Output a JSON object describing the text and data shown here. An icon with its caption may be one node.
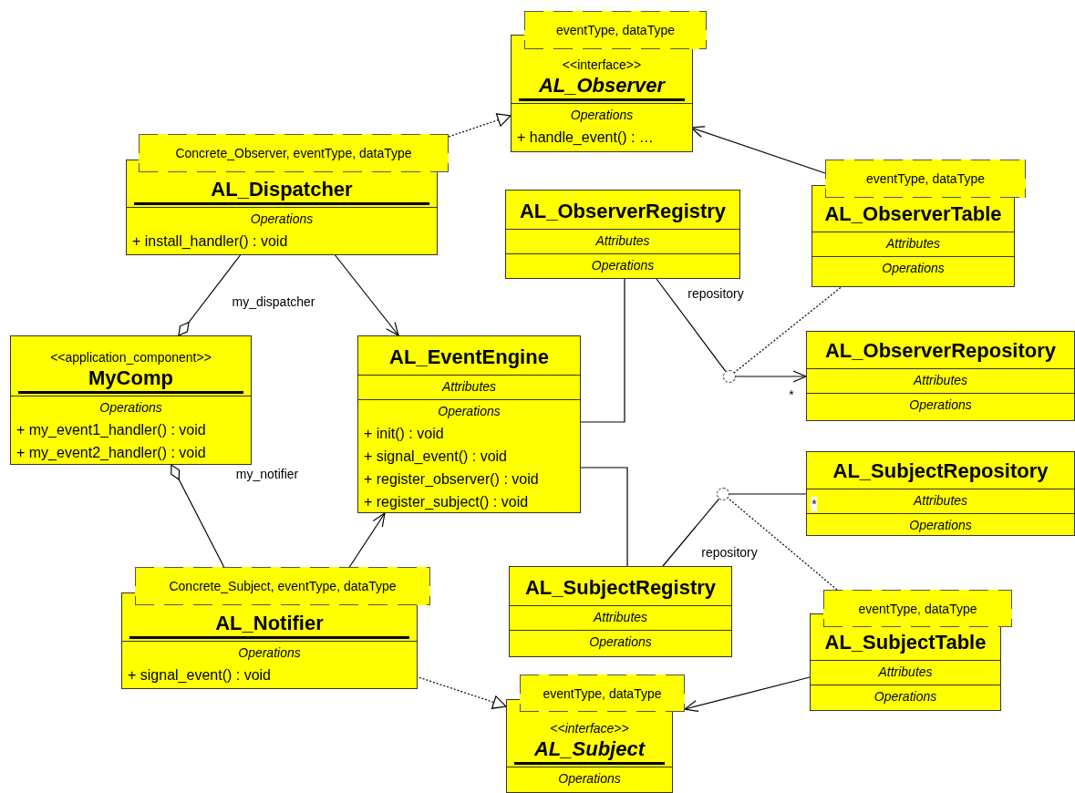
{
  "diagram": {
    "nodes": [
      {
        "text": [
          "eventType, dataType",
          "<<interface>>",
          "AL_Observer",
          "Operations",
          "+ handle_event() : …"
        ]
      },
      {
        "text": [
          "Concrete_Observer, eventType, dataType",
          "AL_Dispatcher",
          "Operations",
          "+ install_handler() : void"
        ]
      },
      {
        "text": [
          "AL_ObserverRegistry",
          "Attributes",
          "Operations"
        ]
      },
      {
        "text": [
          "eventType, dataType",
          "AL_ObserverTable",
          "Attributes",
          "Operations"
        ]
      },
      {
        "text": [
          "<<application_component>>",
          "MyComp",
          "Operations",
          "+ my_event1_handler() : void",
          "+ my_event2_handler() : void"
        ]
      },
      {
        "text": [
          "AL_EventEngine",
          "Attributes",
          "Operations",
          "+ init() : void",
          "+ signal_event() : void",
          "+ register_observer() : void",
          "+ register_subject() : void"
        ]
      },
      {
        "text": [],
        "shape": "circle"
      },
      {
        "text": [
          "AL_ObserverRepository",
          "Attributes",
          "Operations"
        ]
      },
      {
        "text": [
          "AL_SubjectRepository",
          "Attributes",
          "Operations"
        ]
      },
      {
        "text": [],
        "shape": "circle"
      },
      {
        "text": [
          "Concrete_Subject, eventType, dataType",
          "AL_Notifier",
          "Operations",
          "+ signal_event() : void"
        ]
      },
      {
        "text": [
          "AL_SubjectRegistry",
          "Attributes",
          "Operations"
        ]
      },
      {
        "text": [
          "eventType, dataType",
          "AL_SubjectTable",
          "Attributes",
          "Operations"
        ]
      },
      {
        "text": [
          "eventType, dataType",
          "<<interface>>",
          "AL_Subject",
          "Operations"
        ]
      }
    ],
    "edges": [
      {
        "from": 1,
        "to": 0,
        "arrow": "to",
        "style": "dashed"
      },
      {
        "from": 3,
        "to": 0,
        "arrow": "to"
      },
      {
        "from": 1,
        "to": 4,
        "arrow": "other",
        "label": "my_dispatcher"
      },
      {
        "from": 1,
        "to": 5,
        "arrow": "to"
      },
      {
        "from": 10,
        "to": 4,
        "arrow": "other",
        "label": "my_notifier"
      },
      {
        "from": 10,
        "to": 5,
        "arrow": "to"
      },
      {
        "from": 5,
        "to": 2,
        "arrow": "none"
      },
      {
        "from": 5,
        "to": 11,
        "arrow": "none"
      },
      {
        "from": 2,
        "to": 6,
        "arrow": "none",
        "label": "repository"
      },
      {
        "from": 6,
        "to": 7,
        "arrow": "to",
        "label": "*"
      },
      {
        "from": 3,
        "to": 6,
        "arrow": "none",
        "style": "dashed"
      },
      {
        "from": 11,
        "to": 9,
        "arrow": "none",
        "label": "repository"
      },
      {
        "from": 9,
        "to": 8,
        "arrow": "none",
        "label": "*"
      },
      {
        "from": 12,
        "to": 9,
        "arrow": "none",
        "style": "dashed"
      },
      {
        "from": 10,
        "to": 13,
        "arrow": "to",
        "style": "dashed"
      },
      {
        "from": 12,
        "to": 13,
        "arrow": "to"
      }
    ]
  }
}
